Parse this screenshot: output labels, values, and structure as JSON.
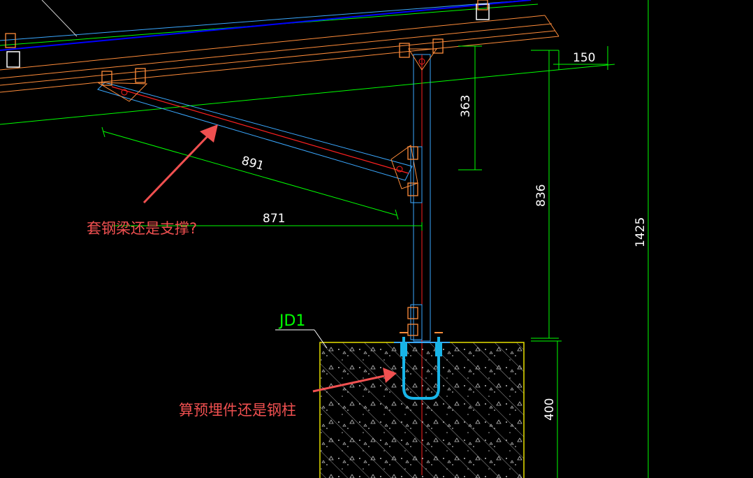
{
  "drawing": {
    "labels": {
      "dim_891": "891",
      "dim_871": "871",
      "dim_150": "150",
      "dim_363": "363",
      "dim_836": "836",
      "dim_1425": "1425",
      "dim_400": "400",
      "foundation_tag": "JD1"
    },
    "annotations": {
      "brace_question": "套钢梁还是支撑?",
      "embed_question": "算预埋件还是钢柱"
    },
    "colors": {
      "background": "#000000",
      "dimension_line": "#00ff00",
      "steel_outline": "#3aa8ff",
      "center_line": "#ff2020",
      "purlin": "#ff8c3a",
      "panel_line": "#0000ff",
      "concrete_outline": "#e8e000",
      "annotation": "#f05050",
      "anchor_bolt": "#18b4e8",
      "text": "#ffffff"
    }
  }
}
